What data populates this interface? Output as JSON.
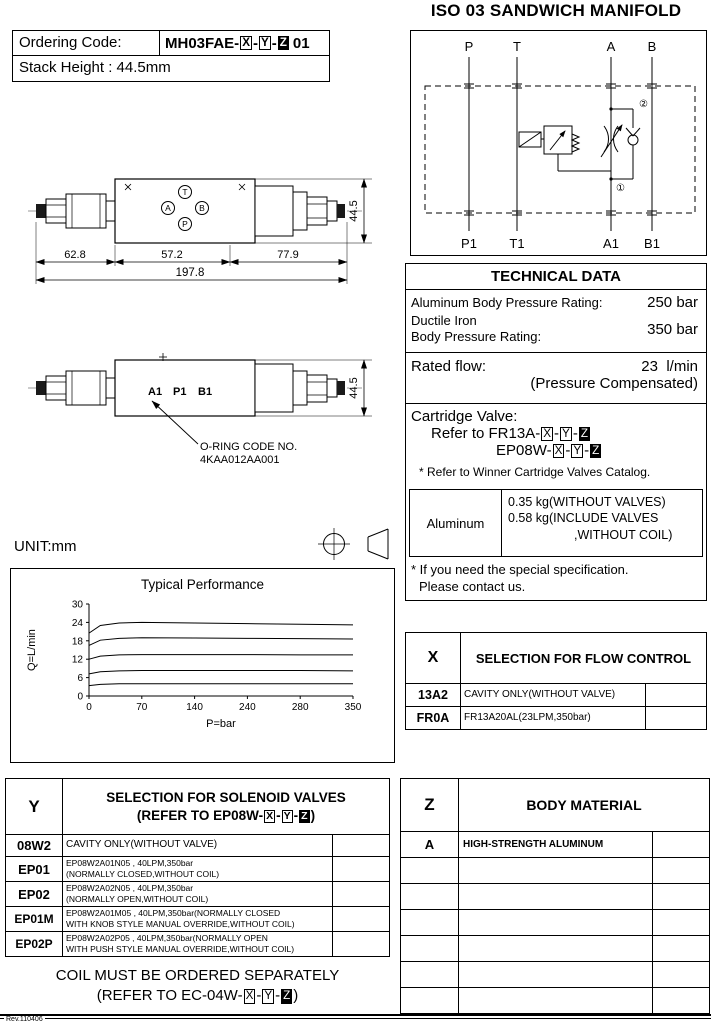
{
  "header": {
    "title": "ISO 03 SANDWICH MANIFOLD"
  },
  "xyz": {
    "x": "X",
    "y": "Y",
    "z": "Z",
    "sep": "-"
  },
  "ordering": {
    "label": "Ordering Code:",
    "prefix": "MH03FAE-",
    "suffix": "01",
    "stack_height": "Stack Height : 44.5mm"
  },
  "schematic": {
    "p": "P",
    "t": "T",
    "a": "A",
    "b": "B",
    "p1": "P1",
    "t1": "T1",
    "a1": "A1",
    "b1": "B1",
    "m1": "①",
    "m2": "②"
  },
  "drawing1": {
    "port_t": "T",
    "port_a": "A",
    "port_b": "B",
    "port_p": "P",
    "dim_left": "62.8",
    "dim_mid": "57.2",
    "dim_right": "77.9",
    "dim_total": "197.8",
    "dim_height": "44.5"
  },
  "drawing2": {
    "a1": "A1",
    "p1": "P1",
    "b1": "B1",
    "oring1": "O-RING CODE NO.",
    "oring2": "4KAA012AA001",
    "dim_height": "44.5"
  },
  "unit_label": "UNIT:mm",
  "technical": {
    "title": "TECHNICAL DATA",
    "alu_label": "Aluminum Body Pressure Rating:",
    "alu_value": "250 bar",
    "ductile_label1": "Ductile Iron",
    "ductile_label2": "Body Pressure Rating:",
    "ductile_value": "350 bar",
    "flow_label": "Rated flow:",
    "flow_value": "23",
    "flow_unit": "l/min",
    "flow_note": "(Pressure Compensated)",
    "cartridge_title": "Cartridge Valve:",
    "cartridge_ref1_prefix": "Refer to FR13A-",
    "cartridge_ref2_prefix": "EP08W-",
    "cartridge_note": "* Refer to Winner Cartridge Valves Catalog.",
    "weight_material": "Aluminum",
    "weight_line1": "0.35 kg(WITHOUT VALVES)",
    "weight_line2": "0.58 kg(INCLUDE VALVES",
    "weight_line3": ",WITHOUT COIL)",
    "special_note1": "* If you need the special specification.",
    "special_note2": "Please contact us."
  },
  "x_table": {
    "header_code": "X",
    "header_title": "SELECTION FOR FLOW CONTROL",
    "rows": [
      {
        "code": "13A2",
        "desc": "CAVITY ONLY(WITHOUT VALVE)"
      },
      {
        "code": "FR0A",
        "desc": "FR13A20AL(23LPM,350bar)"
      }
    ]
  },
  "y_table": {
    "header_code": "Y",
    "header_title1": "SELECTION FOR SOLENOID VALVES",
    "header_title2_prefix": "(REFER TO EP08W-",
    "header_title2_suffix": ")",
    "rows": [
      {
        "code": "08W2",
        "desc1": "CAVITY ONLY(WITHOUT VALVE)",
        "desc2": ""
      },
      {
        "code": "EP01",
        "desc1": "EP08W2A01N05 , 40LPM,350bar",
        "desc2": "(NORMALLY CLOSED,WITHOUT COIL)"
      },
      {
        "code": "EP02",
        "desc1": "EP08W2A02N05 , 40LPM,350bar",
        "desc2": "(NORMALLY OPEN,WITHOUT COIL)"
      },
      {
        "code": "EP01M",
        "desc1": "EP08W2A01M05 , 40LPM,350bar(NORMALLY CLOSED",
        "desc2": "WITH KNOB STYLE MANUAL OVERRIDE,WITHOUT COIL)"
      },
      {
        "code": "EP02P",
        "desc1": "EP08W2A02P05 , 40LPM,350bar(NORMALLY OPEN",
        "desc2": "WITH PUSH STYLE MANUAL OVERRIDE,WITHOUT COIL)"
      }
    ]
  },
  "coil_note": {
    "line1": "COIL MUST BE ORDERED SEPARATELY",
    "line2_prefix": "(REFER TO EC-04W-",
    "line2_suffix": ")"
  },
  "z_table": {
    "header_code": "Z",
    "header_title": "BODY MATERIAL",
    "rows": [
      {
        "code": "A",
        "desc": "HIGH-STRENGTH ALUMINUM"
      }
    ]
  },
  "footer": {
    "rev": "Rev.110406"
  },
  "chart_data": {
    "type": "line",
    "title": "Typical Performance",
    "xlabel": "P=bar",
    "ylabel": "Q=L/min",
    "xticks": [
      0,
      70,
      140,
      240,
      280,
      350
    ],
    "yticks": [
      0,
      6,
      12,
      18,
      24,
      30
    ],
    "xlim": [
      0,
      350
    ],
    "ylim": [
      0,
      30
    ],
    "grid": false,
    "legend": "none",
    "series": [
      {
        "name": "curve-1",
        "x": [
          0,
          15,
          40,
          70,
          140,
          210,
          280,
          350
        ],
        "y": [
          20.5,
          23,
          23.8,
          24,
          23.8,
          23.6,
          23.4,
          23.2
        ]
      },
      {
        "name": "curve-2",
        "x": [
          0,
          15,
          40,
          70,
          140,
          210,
          280,
          350
        ],
        "y": [
          16.5,
          18.2,
          18.8,
          19,
          18.9,
          18.8,
          18.7,
          18.6
        ]
      },
      {
        "name": "curve-3",
        "x": [
          0,
          15,
          40,
          70,
          140,
          210,
          280,
          350
        ],
        "y": [
          12,
          13,
          13.4,
          13.5,
          13.5,
          13.5,
          13.4,
          13.4
        ]
      },
      {
        "name": "curve-4",
        "x": [
          0,
          15,
          40,
          70,
          140,
          210,
          280,
          350
        ],
        "y": [
          7.2,
          7.9,
          8.2,
          8.3,
          8.3,
          8.3,
          8.3,
          8.2
        ]
      },
      {
        "name": "curve-5",
        "x": [
          0,
          15,
          40,
          70,
          140,
          210,
          280,
          350
        ],
        "y": [
          3.4,
          3.8,
          4,
          4,
          4,
          4,
          4,
          4
        ]
      }
    ]
  }
}
